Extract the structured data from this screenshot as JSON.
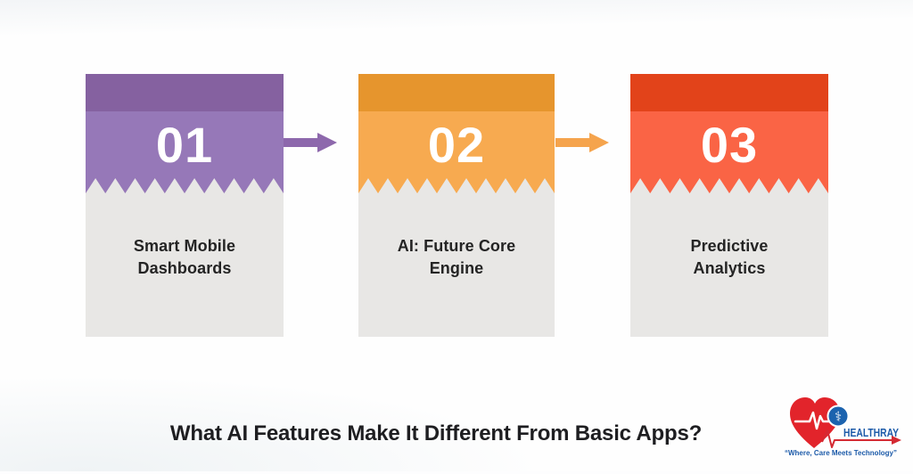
{
  "title": "What AI Features Make It Different From Basic Apps?",
  "title_color": "#1E1E21",
  "steps": [
    {
      "number": "01",
      "label": "Smart Mobile Dashboards",
      "color_dark": "#8561A0",
      "color_light": "#9678B8"
    },
    {
      "number": "02",
      "label": "AI: Future Core Engine",
      "color_dark": "#E6952D",
      "color_light": "#F7AA50"
    },
    {
      "number": "03",
      "label": "Predictive Analytics",
      "color_dark": "#E2431A",
      "color_light": "#FA6445"
    }
  ],
  "card": {
    "body_color": "#E8E7E5",
    "number_color": "#FFFFFF",
    "label_color": "#242424"
  },
  "arrows": [
    {
      "direction": "right",
      "color": "#8D68AC"
    },
    {
      "direction": "right",
      "color": "#F5A44D"
    }
  ],
  "logo": {
    "brand": "HEALTHRAY",
    "tagline": "“Where, Care Meets Technology”",
    "heart_color": "#E2242B",
    "text_color": "#1D5BA9",
    "circle_color": "#1C63AE",
    "ekg_color": "#D42A33",
    "medical_symbol": "⚕"
  }
}
